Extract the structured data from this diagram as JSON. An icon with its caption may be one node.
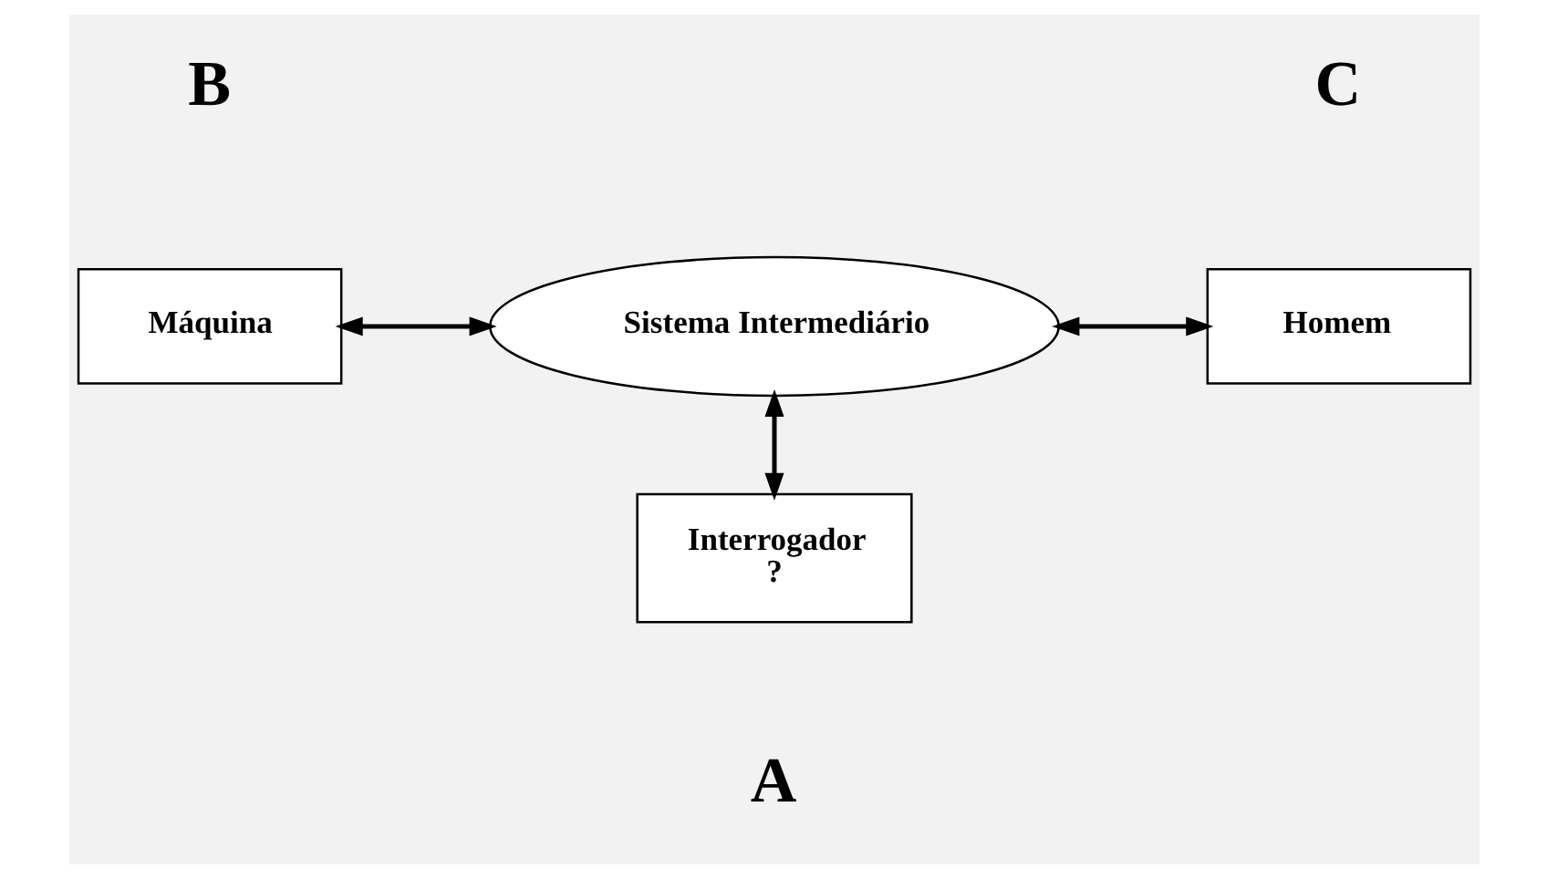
{
  "diagram": {
    "nodes": [
      {
        "text": [
          "Máquina"
        ],
        "beside": [
          "B"
        ]
      },
      {
        "text": [
          "Sistema Intermediário"
        ]
      },
      {
        "text": [
          "Homem"
        ],
        "beside": [
          "C"
        ]
      },
      {
        "text": [
          "Interrogador",
          "?"
        ],
        "beside": [
          "A"
        ]
      }
    ],
    "edges": [
      {
        "from": 0,
        "to": 1,
        "arrow": "both"
      },
      {
        "from": 1,
        "to": 2,
        "arrow": "both"
      },
      {
        "from": 1,
        "to": 3,
        "arrow": "both"
      }
    ]
  }
}
